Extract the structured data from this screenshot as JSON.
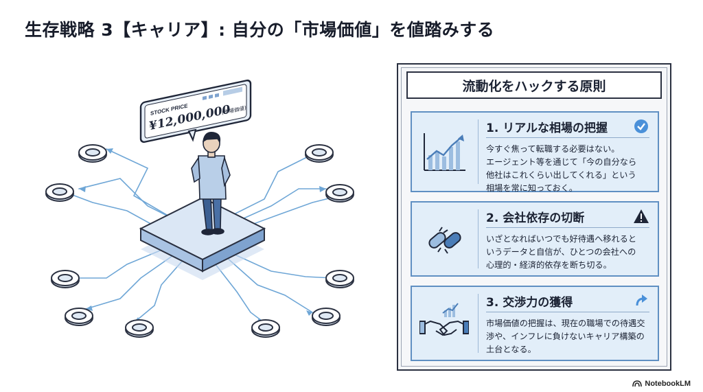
{
  "title": "生存戦略 3【キャリア】: 自分の「市場価値」を値踏みする",
  "illustration": {
    "sign_label": "STOCK PRICE",
    "sign_value": "¥12,000,000",
    "sign_note": "(市場価値)"
  },
  "panel": {
    "title": "流動化をハックする原則",
    "cards": [
      {
        "heading": "1. リアルな相場の把握",
        "status_icon": "check-circle-icon",
        "icon": "rising-chart-icon",
        "lines": [
          "今すぐ焦って転職する必要はない。",
          "エージェント等を通じて「今の自分なら",
          "他社はこれくらい出してくれる」という",
          "相場を常に知っておく。"
        ]
      },
      {
        "heading": "2. 会社依存の切断",
        "status_icon": "warning-triangle-icon",
        "icon": "broken-chain-icon",
        "lines": [
          "いざとなればいつでも好待遇へ移れると",
          "いうデータと自信が、ひとつの会社への",
          "心理的・経済的依存を断ち切る。"
        ]
      },
      {
        "heading": "3. 交渉力の獲得",
        "status_icon": "arrow-up-icon",
        "icon": "handshake-icon",
        "lines": [
          "市場価値の把握は、現在の職場での待遇交",
          "渉や、インフレに負けないキャリア構築の",
          "土台となる。"
        ]
      }
    ]
  },
  "footer": {
    "brand": "NotebookLM"
  },
  "colors": {
    "accent": "#5f8fc2",
    "card_bg": "#e2eef9",
    "dark": "#1b2233",
    "check": "#4a90d9"
  }
}
